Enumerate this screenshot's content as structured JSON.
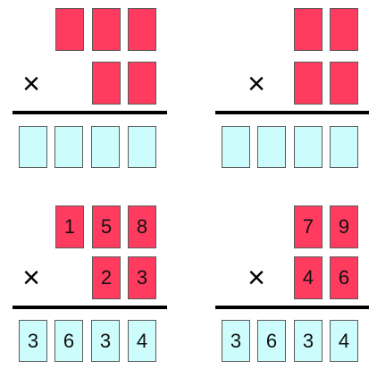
{
  "colors": {
    "top_box": "#ff3b60",
    "result_box": "#ccfcfc"
  },
  "operator": "×",
  "panels": [
    {
      "top": [
        "",
        "",
        ""
      ],
      "bottom": [
        "",
        ""
      ],
      "result": [
        "",
        "",
        "",
        ""
      ]
    },
    {
      "top": [
        "",
        ""
      ],
      "bottom": [
        "",
        ""
      ],
      "result": [
        "",
        "",
        "",
        ""
      ]
    },
    {
      "top": [
        "1",
        "5",
        "8"
      ],
      "bottom": [
        "2",
        "3"
      ],
      "result": [
        "3",
        "6",
        "3",
        "4"
      ]
    },
    {
      "top": [
        "7",
        "9"
      ],
      "bottom": [
        "4",
        "6"
      ],
      "result": [
        "3",
        "6",
        "3",
        "4"
      ]
    }
  ]
}
